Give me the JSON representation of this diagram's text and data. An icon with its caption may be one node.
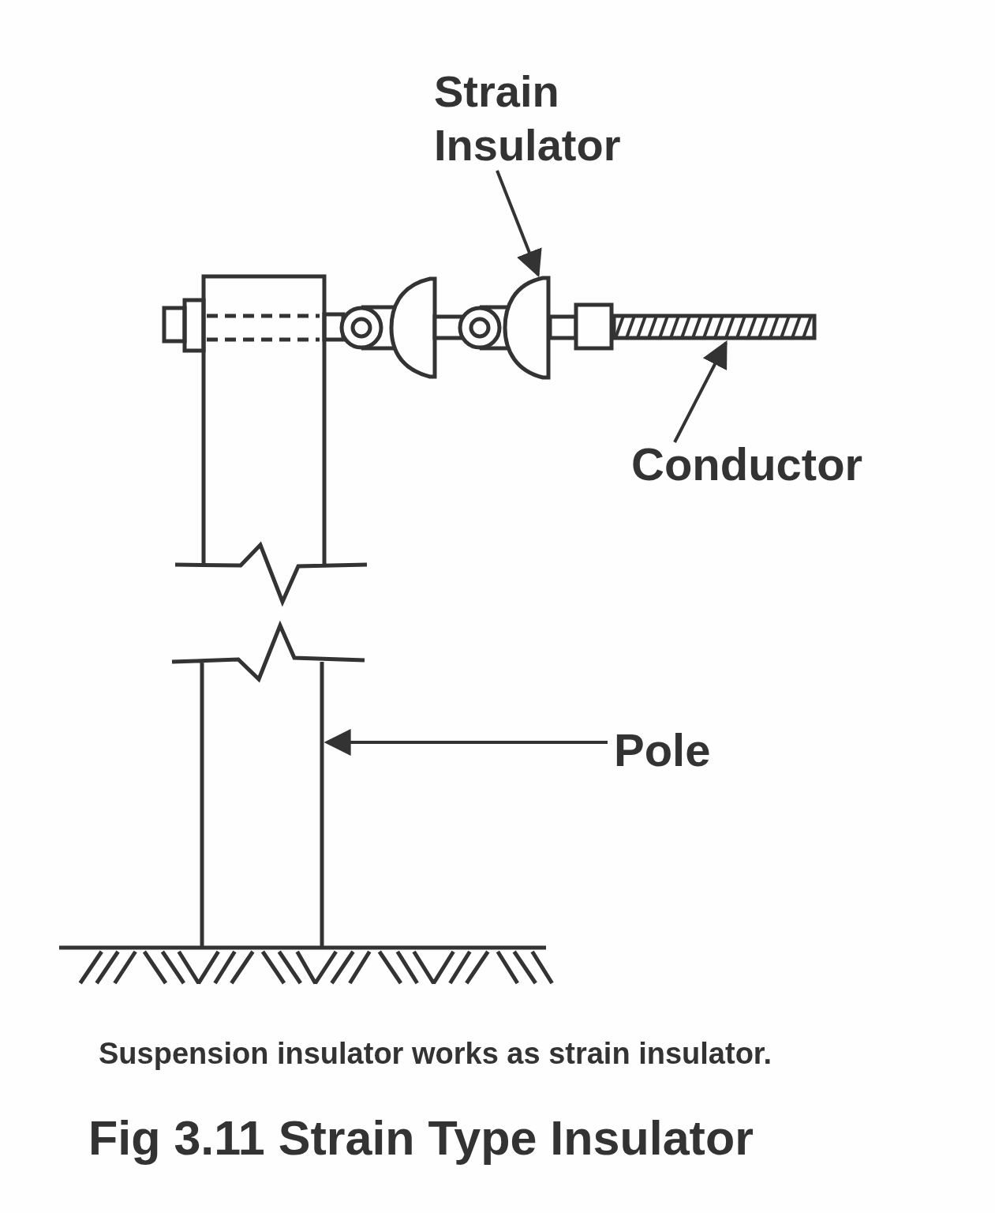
{
  "diagram": {
    "title": "Fig 3.11 Strain Type Insulator",
    "caption": "Suspension insulator works as strain insulator.",
    "nodes": [
      {
        "text": [
          "Strain Insulator"
        ]
      },
      {
        "text": [],
        "shape": "disc"
      },
      {
        "text": [
          "Conductor"
        ]
      },
      {
        "text": [],
        "shape": "rod"
      },
      {
        "text": [
          "Pole"
        ]
      },
      {
        "text": [],
        "shape": "pole"
      }
    ],
    "edges": [
      {
        "from": 0,
        "to": 1,
        "arrow": "to"
      },
      {
        "from": 2,
        "to": 3,
        "arrow": "to"
      },
      {
        "from": 4,
        "to": 5,
        "arrow": "to"
      }
    ]
  }
}
